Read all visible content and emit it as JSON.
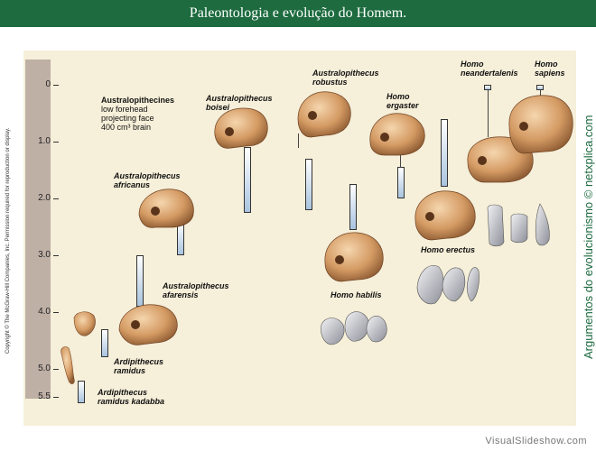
{
  "title": "Paleontologia e evolução do Homem.",
  "axis": {
    "title": "Milhões de anos atrás",
    "ticks": [
      "0",
      "1.0",
      "2.0",
      "3.0",
      "4.0",
      "5.0",
      "5.5"
    ]
  },
  "note": {
    "heading": "Australopithecines",
    "line1": "low forehead",
    "line2": "projecting face",
    "line3": "400 cm³ brain"
  },
  "species": [
    {
      "id": "kadabba",
      "name1": "Ardipithecus",
      "name2": "ramidus kadabba",
      "range_mya": [
        5.2,
        5.6
      ]
    },
    {
      "id": "ramidus",
      "name1": "Ardipithecus",
      "name2": "ramidus",
      "range_mya": [
        4.3,
        4.8
      ]
    },
    {
      "id": "afarensis",
      "name1": "Australopithecus",
      "name2": "afarensis",
      "range_mya": [
        3.0,
        3.9
      ]
    },
    {
      "id": "africanus",
      "name1": "Australopithecus",
      "name2": "africanus",
      "range_mya": [
        2.4,
        3.0
      ]
    },
    {
      "id": "boisei",
      "name1": "Australopithecus",
      "name2": "boisei",
      "range_mya": [
        1.1,
        2.25
      ]
    },
    {
      "id": "robustus",
      "name1": "Australopithecus",
      "name2": "robustus",
      "range_mya": [
        1.3,
        2.2
      ]
    },
    {
      "id": "habilis",
      "name1": "Homo",
      "name2": "habilis",
      "range_mya": [
        1.75,
        2.55
      ]
    },
    {
      "id": "ergaster",
      "name1": "Homo",
      "name2": "ergaster",
      "range_mya": [
        1.45,
        2.0
      ]
    },
    {
      "id": "erectus",
      "name1": "Homo",
      "name2": "erectus",
      "range_mya": [
        0.6,
        1.8
      ]
    },
    {
      "id": "neandertalensis",
      "name1": "Homo",
      "name2": "neandertalenis",
      "range_mya": [
        0.0,
        0.1
      ]
    },
    {
      "id": "sapiens",
      "name1": "Homo",
      "name2": "sapiens",
      "range_mya": [
        0.0,
        0.08
      ]
    }
  ],
  "copyright": "Copyright © The McGraw-Hill Companies, Inc. Permission required for reproduction or display.",
  "sidebar": "Argumentos do evolucionismo © netxplica.com",
  "watermark": "VisualSlideshow.com"
}
